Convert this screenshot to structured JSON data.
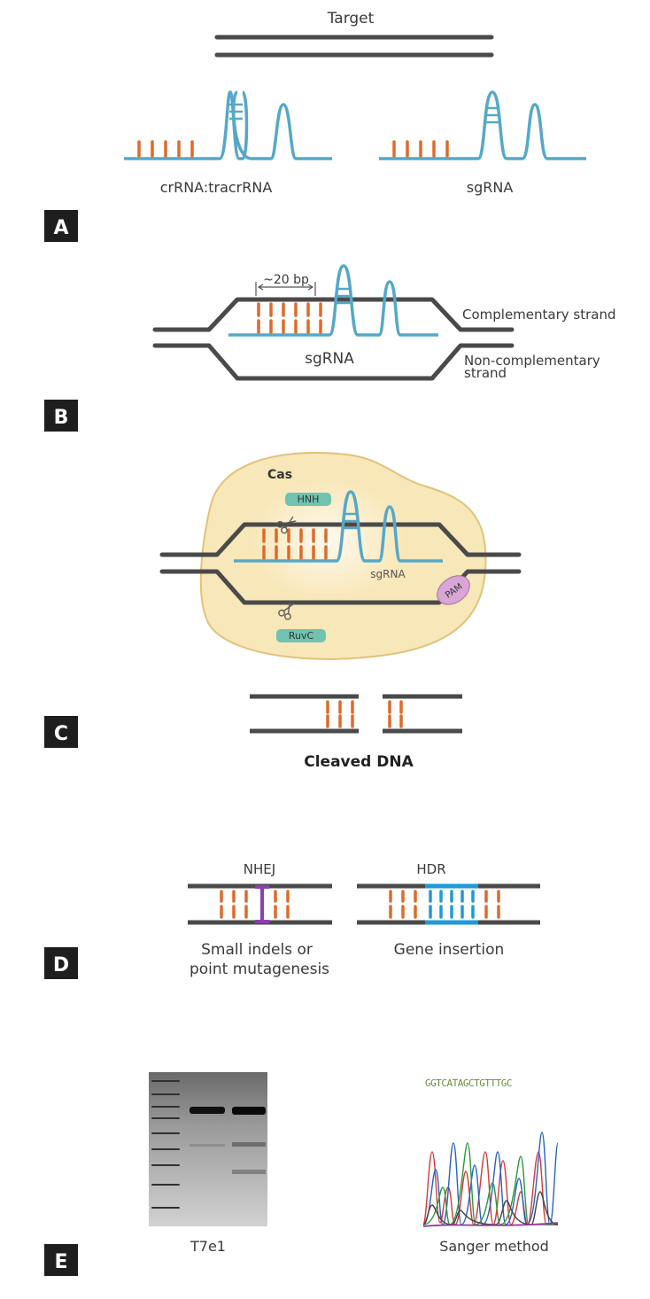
{
  "panelA": {
    "badge": "A",
    "target_label": "Target",
    "left_label": "crRNA:tracrRNA",
    "right_label": "sgRNA"
  },
  "panelB": {
    "badge": "B",
    "length_label": "~20 bp",
    "sgrna_label": "sgRNA",
    "complementary_label": "Complementary strand",
    "noncomp_label_1": "Non-complementary",
    "noncomp_label_2": "strand"
  },
  "panelC": {
    "badge": "C",
    "cas_label": "Cas",
    "hnh_label": "HNH",
    "ruvc_label": "RuvC",
    "sgrna_label": "sgRNA",
    "pam_label": "PAM",
    "cleaved_label": "Cleaved DNA"
  },
  "panelD": {
    "badge": "D",
    "nhej_label": "NHEJ",
    "hdr_label": "HDR",
    "nhej_caption_1": "Small indels or",
    "nhej_caption_2": "point mutagenesis",
    "hdr_caption": "Gene insertion"
  },
  "panelE": {
    "badge": "E",
    "gel_label": "T7e1",
    "sanger_label": "Sanger method",
    "sequence": "GGTCATAGCTGTTTGC"
  },
  "colors": {
    "dna": "#4a4a4a",
    "rna": "#55a8c8",
    "base": "#e06a2a",
    "cas_fill": "#f8e7b8",
    "cas_stroke": "#e2c27a",
    "domain_fill": "#6fc3b0",
    "pam_fill": "#d9a6d6",
    "nhej_mark": "#8a3fb0",
    "hdr_insert": "#1f9ad8",
    "badge": "#1e1e1e"
  }
}
